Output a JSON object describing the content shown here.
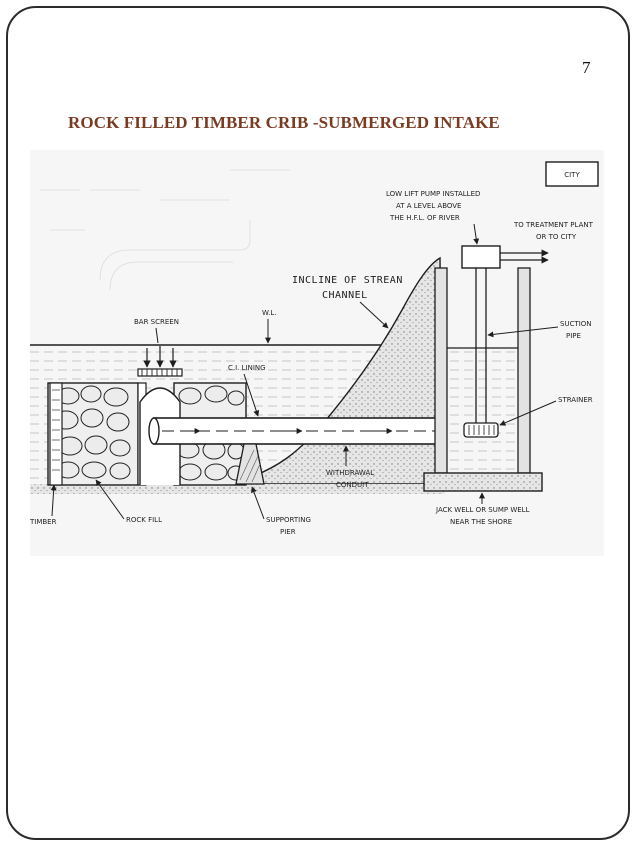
{
  "slide": {
    "page_number": "7",
    "title": "ROCK FILLED TIMBER CRIB -SUBMERGED INTAKE"
  },
  "diagram": {
    "labels": {
      "city": "CITY",
      "pump_line1": "LOW LIFT PUMP INSTALLED",
      "pump_line2": "AT A LEVEL ABOVE",
      "pump_line3": "THE H.F.L. OF RIVER",
      "treatment_line1": "TO TREATMENT PLANT",
      "treatment_line2": "OR TO CITY",
      "incline_line1": "INCLINE OF STREAN",
      "incline_line2": "CHANNEL",
      "water_level": "W.L.",
      "bar_screen": "BAR SCREEN",
      "ci_lining": "C.I. LINING",
      "suction_line1": "SUCTION",
      "suction_line2": "PIPE",
      "strainer": "STRAINER",
      "withdrawal_line1": "WITHDRAWAL",
      "withdrawal_line2": "CONDUIT",
      "jack_line1": "JACK WELL OR SUMP WELL",
      "jack_line2": "NEAR THE SHORE",
      "timber": "TIMBER",
      "rock_fill": "ROCK FILL",
      "pier_line1": "SUPPORTING",
      "pier_line2": "PIER"
    }
  }
}
